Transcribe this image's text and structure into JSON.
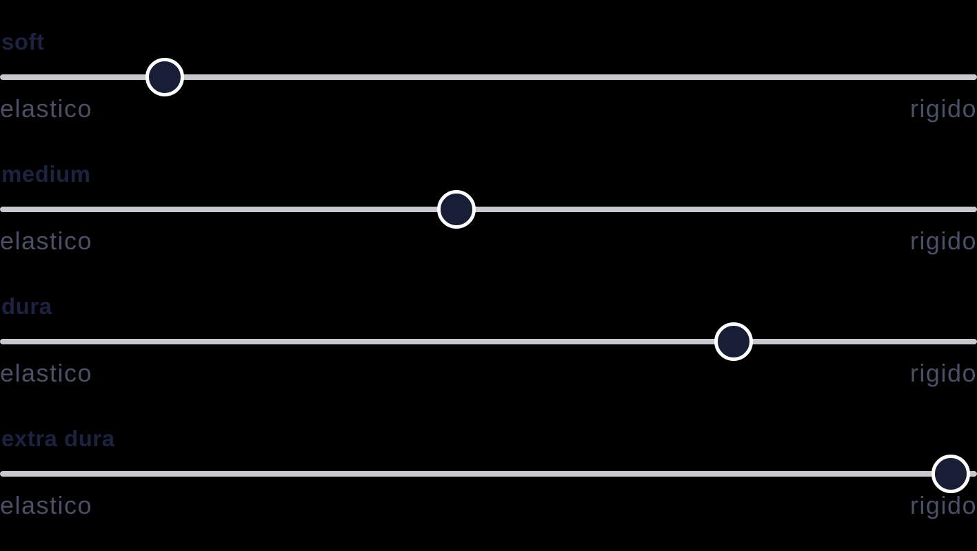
{
  "colors": {
    "title_color": "#1d2240",
    "label_color": "#4b5066",
    "track_color": "#c9c9cd",
    "thumb_fill": "#191e37",
    "thumb_ring": "#ffffff",
    "background": "#000000"
  },
  "sliders": [
    {
      "title": "soft",
      "left_label": "elastico",
      "right_label": "rigido",
      "value_percent": 16.9
    },
    {
      "title": "medium",
      "left_label": "elastico",
      "right_label": "rigido",
      "value_percent": 46.7
    },
    {
      "title": "dura",
      "left_label": "elastico",
      "right_label": "rigido",
      "value_percent": 75.1
    },
    {
      "title": "extra dura",
      "left_label": "elastico",
      "right_label": "rigido",
      "value_percent": 97.3
    }
  ]
}
